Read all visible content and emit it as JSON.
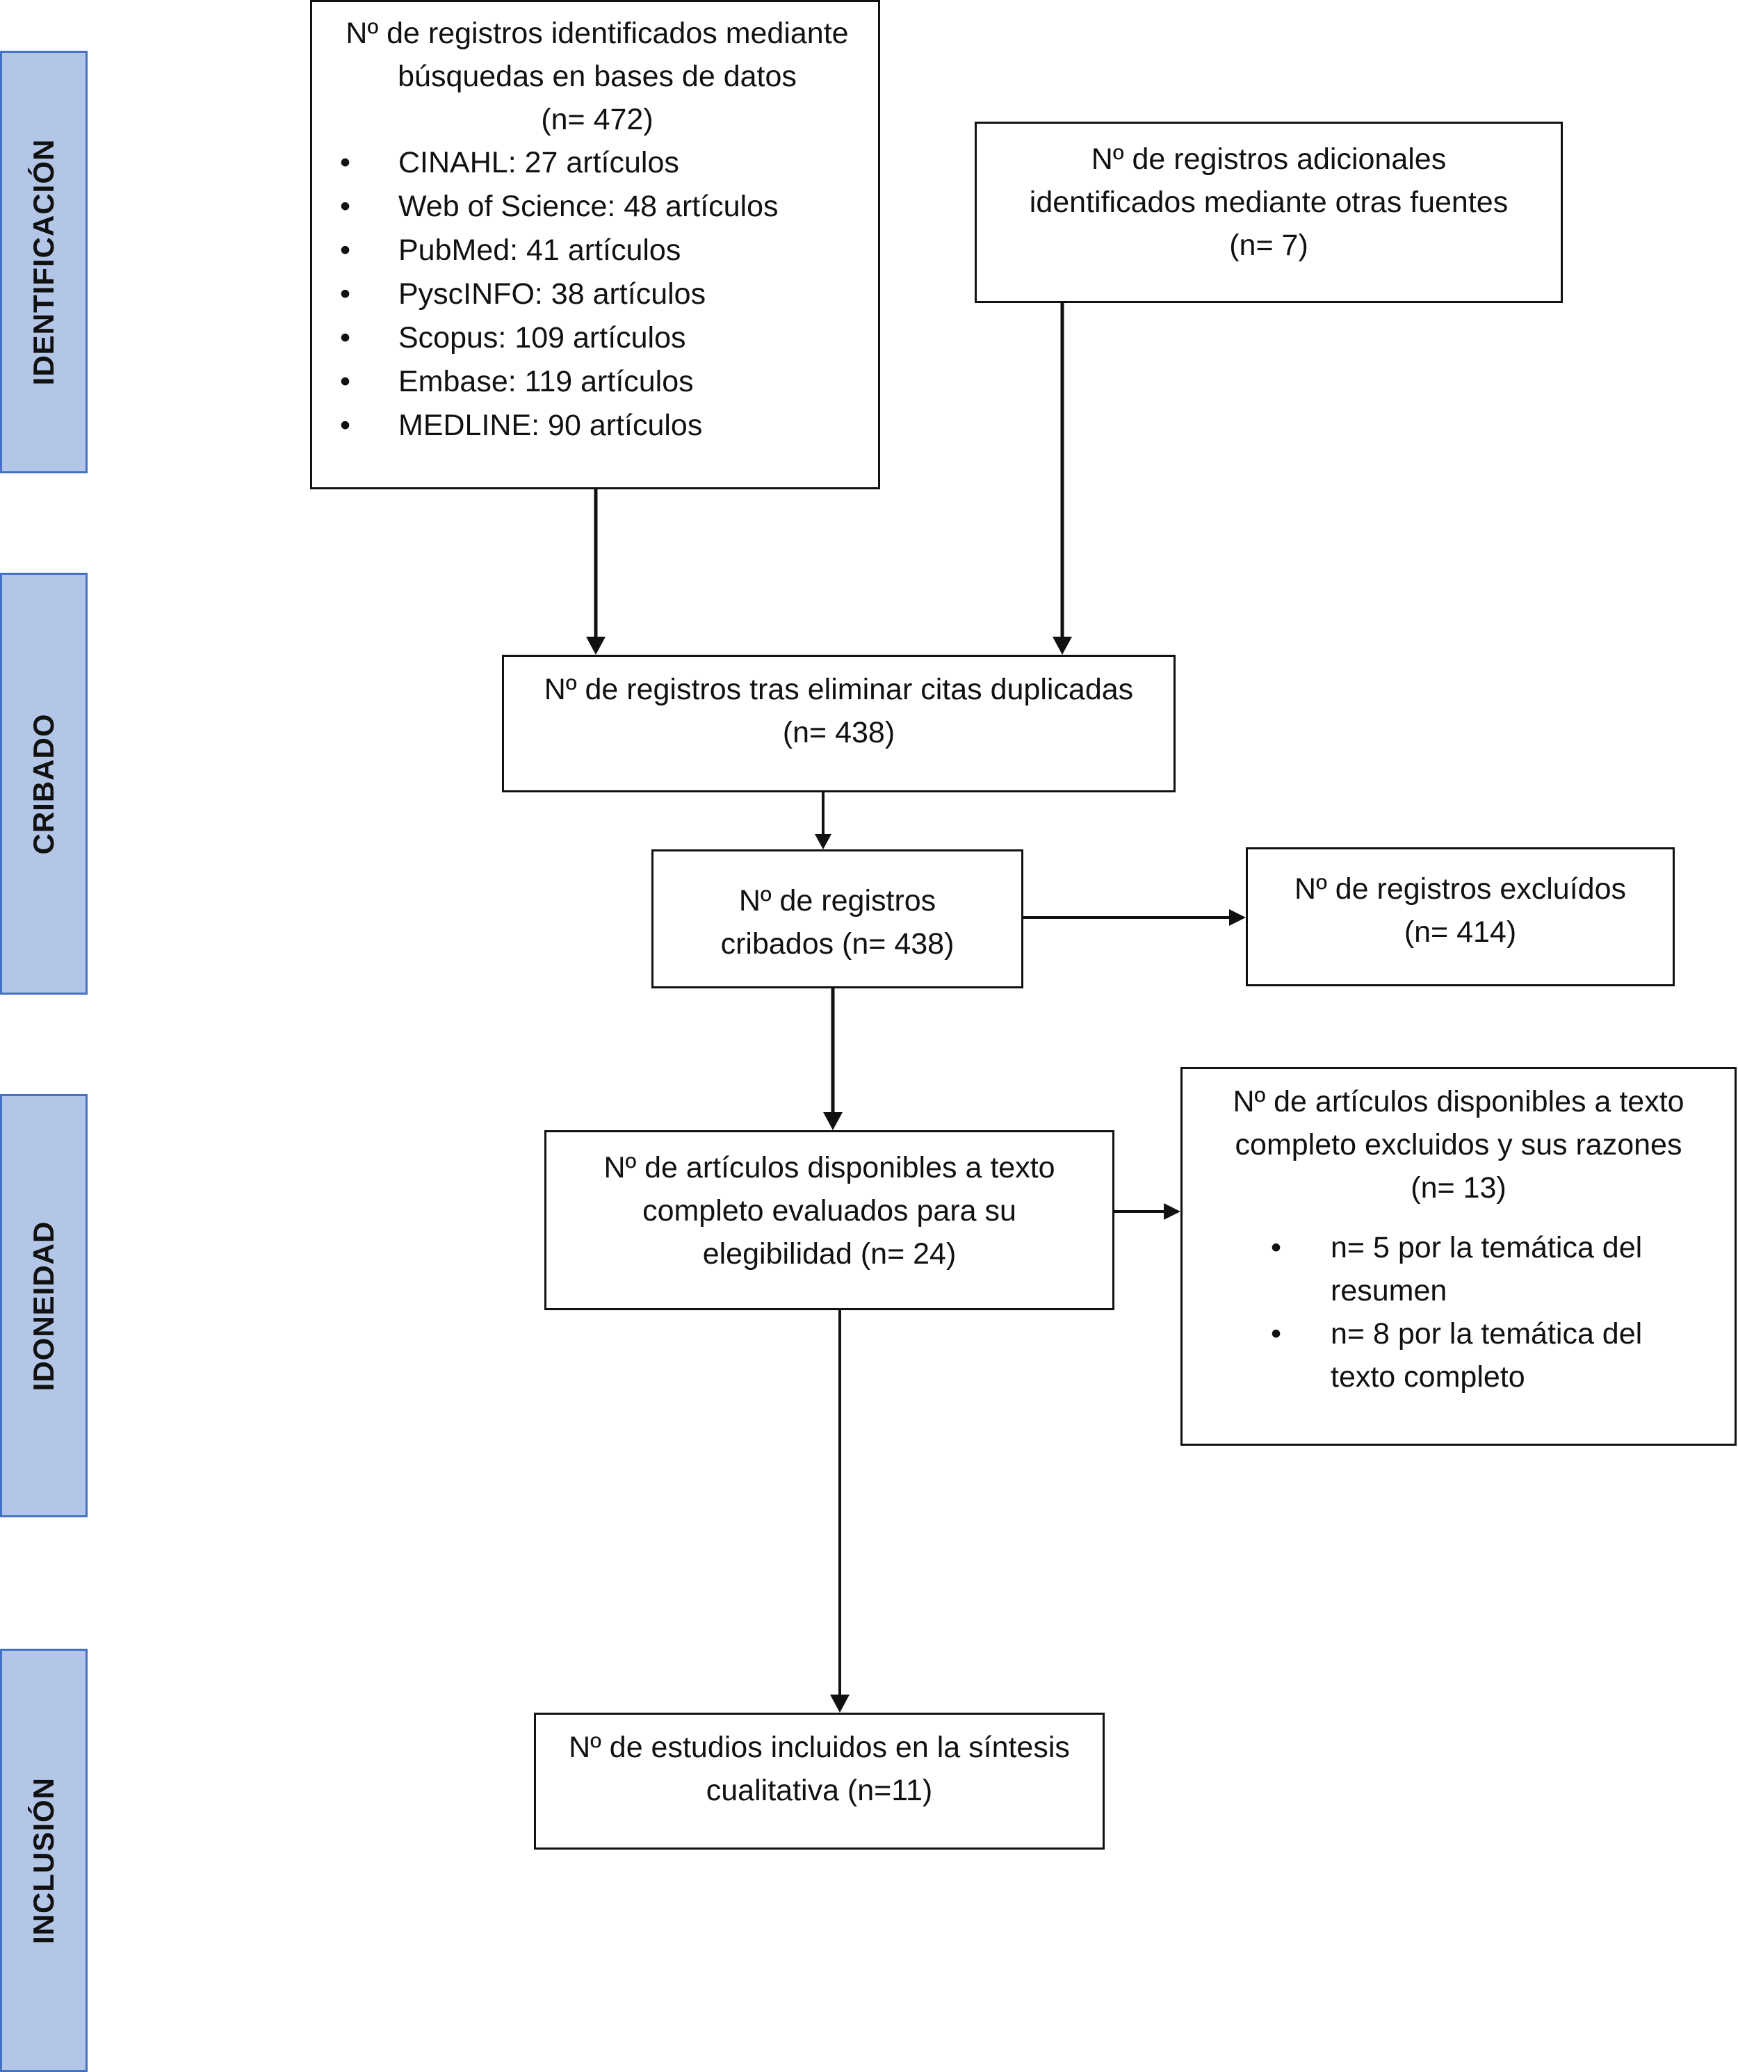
{
  "phases": [
    {
      "id": "identificacion",
      "label": "IDENTIFICACIÓN"
    },
    {
      "id": "cribado",
      "label": "CRIBADO"
    },
    {
      "id": "idoneidad",
      "label": "IDONEIDAD"
    },
    {
      "id": "inclusion",
      "label": "INCLUSIÓN"
    }
  ],
  "boxes": {
    "databases": {
      "lines": [
        "Nº de registros identificados mediante",
        "búsquedas en bases de datos",
        "(n= 472)"
      ],
      "items": [
        "CINAHL: 27 artículos",
        "Web of Science: 48 artículos",
        "PubMed: 41 artículos",
        "PyscINFO: 38 artículos",
        "Scopus: 109 artículos",
        "Embase: 119 artículos",
        "MEDLINE: 90 artículos"
      ]
    },
    "other_sources": {
      "lines": [
        "Nº de registros adicionales",
        "identificados mediante otras fuentes",
        "(n= 7)"
      ]
    },
    "deduplicated": {
      "lines": [
        "Nº de registros tras eliminar citas duplicadas",
        "(n= 438)"
      ]
    },
    "screened": {
      "lines": [
        "Nº de registros",
        "cribados (n= 438)"
      ]
    },
    "excluded": {
      "lines": [
        "Nº de registros excluídos",
        "(n= 414)"
      ]
    },
    "fulltext_assessed": {
      "lines": [
        "Nº de artículos disponibles a texto",
        "completo evaluados para su",
        "elegibilidad (n= 24)"
      ]
    },
    "fulltext_excluded": {
      "lines": [
        "Nº de artículos disponibles a texto",
        "completo excluidos y sus razones",
        "(n= 13)"
      ],
      "items": [
        [
          "n= 5 por la temática del",
          "resumen"
        ],
        [
          "n= 8 por la temática del",
          "texto completo"
        ]
      ]
    },
    "included": {
      "lines": [
        "Nº de estudios incluidos en la síntesis",
        "cualitativa (n=11)"
      ]
    }
  }
}
